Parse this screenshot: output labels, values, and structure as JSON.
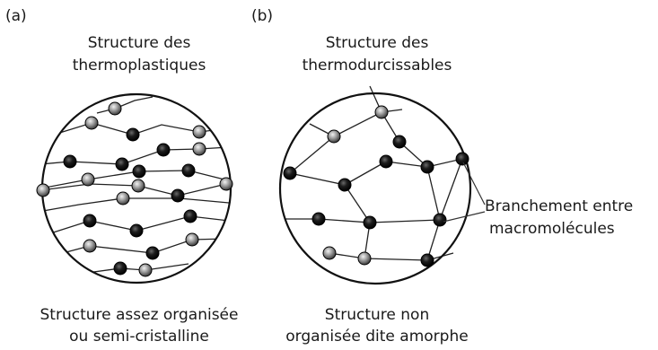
{
  "panels": [
    {
      "label": "(a)",
      "title_line1": "Structure des",
      "title_line2": "thermoplastiques",
      "caption_line1": "Structure assez organisée",
      "caption_line2": "ou semi-cristalline"
    },
    {
      "label": "(b)",
      "title_line1": "Structure des",
      "title_line2": "thermodurcissables",
      "caption_line1": "Structure non",
      "caption_line2": "organisée dite amorphe"
    }
  ],
  "annotation": {
    "line1": "Branchement entre",
    "line2": "macromolécules"
  }
}
